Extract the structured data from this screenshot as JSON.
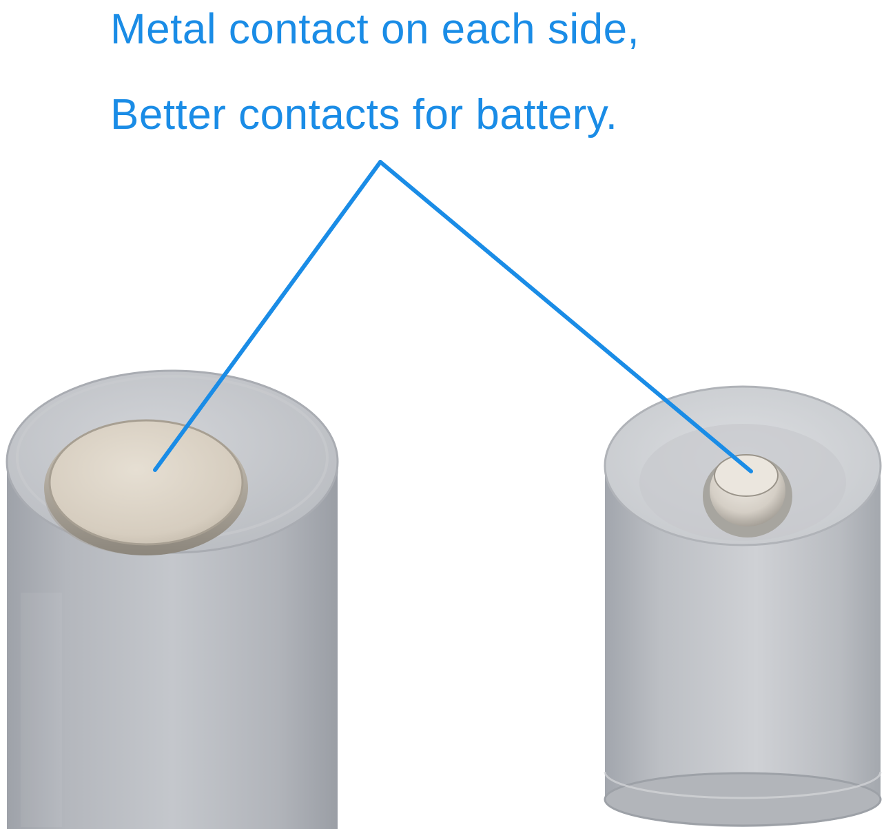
{
  "caption": {
    "line1": "Metal contact on each side,",
    "line2": "Better contacts for battery."
  },
  "colors": {
    "accent_text": "#1a8ce6",
    "pointer_line": "#1a8ce6",
    "background": "#ffffff",
    "cylinder_body": "#b9bcc2",
    "flat_contact": "#d8d0c4",
    "button_contact": "#d9d4cc"
  },
  "objects": {
    "left": {
      "name": "battery spacer (flat contact end)"
    },
    "right": {
      "name": "battery spacer (button contact end)"
    }
  }
}
